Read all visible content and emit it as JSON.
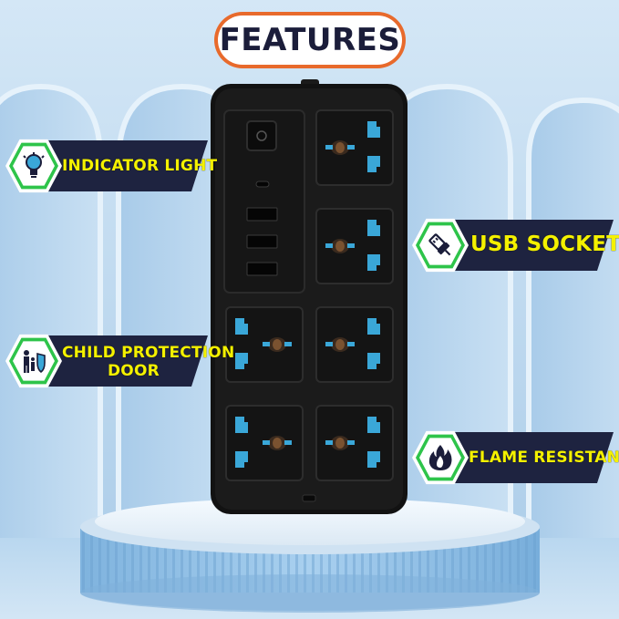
{
  "title": "FEATURES",
  "features": [
    {
      "label": "INDICATOR LIGHT",
      "icon": "bulb-icon"
    },
    {
      "label": "USB SOCKET",
      "icon": "usb-plug-icon"
    },
    {
      "label_line1": "CHILD PROTECTION",
      "label_line2": "DOOR",
      "icon": "family-shield-icon"
    },
    {
      "label": "FLAME RESISTANT",
      "icon": "flame-icon"
    }
  ],
  "colors": {
    "banner_bg": "#1e2340",
    "banner_text": "#f4f100",
    "icon_accent": "#2ec44a",
    "title_border": "#e86a2c",
    "background": "#bcd8ef",
    "socket_accent": "#3aa7d8"
  }
}
